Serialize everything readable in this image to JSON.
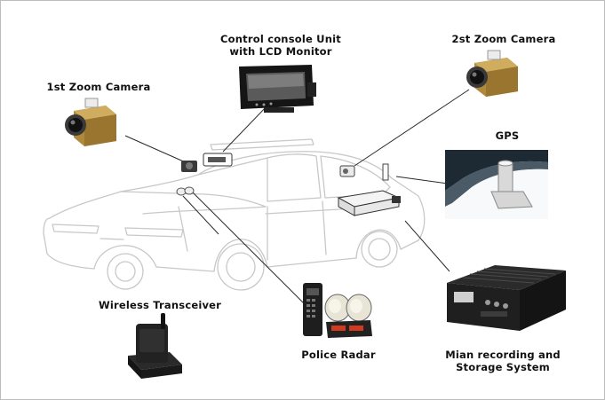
{
  "labels": {
    "console_line1": "Control console Unit",
    "console_line2": "with LCD Monitor",
    "zoom_cam_1": "1st Zoom Camera",
    "zoom_cam_2": "2st Zoom Camera",
    "gps": "GPS",
    "wireless": "Wireless Transceiver",
    "radar": "Police Radar",
    "storage_line1": "Mian recording and",
    "storage_line2": "Storage System"
  },
  "colors": {
    "car_outline": "#c8c8c8",
    "leader_line": "#2a2a2a",
    "camera_body": "#b08a3c",
    "device_dark": "#1c1c1c",
    "device_silver": "#d9d9d9"
  }
}
